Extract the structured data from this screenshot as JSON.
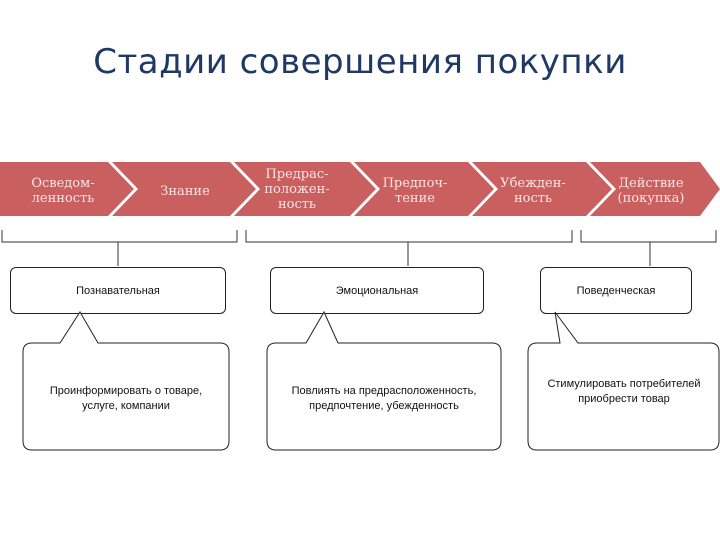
{
  "title": "Стадии совершения покупки",
  "stages": [
    {
      "label": "Осведом-\nленность"
    },
    {
      "label": "Знание"
    },
    {
      "label": "Предрас-\nположен-\nность"
    },
    {
      "label": "Предпоч-\nтение"
    },
    {
      "label": "Убежден-\nность"
    },
    {
      "label": "Действие\n(покупка)"
    }
  ],
  "categories": [
    {
      "label": "Познавательная"
    },
    {
      "label": "Эмоциональная"
    },
    {
      "label": "Поведенческая"
    }
  ],
  "goals": [
    {
      "text": "Проинформировать о товаре, услуге, компании"
    },
    {
      "text": "Повлиять на предрасположенность, предпочтение, убежденность"
    },
    {
      "text": "Стимулировать потребителей приобрести товар"
    }
  ],
  "colors": {
    "arrow": "#c9605f",
    "arrow_text": "#fbe4e3",
    "title": "#1f3864"
  }
}
